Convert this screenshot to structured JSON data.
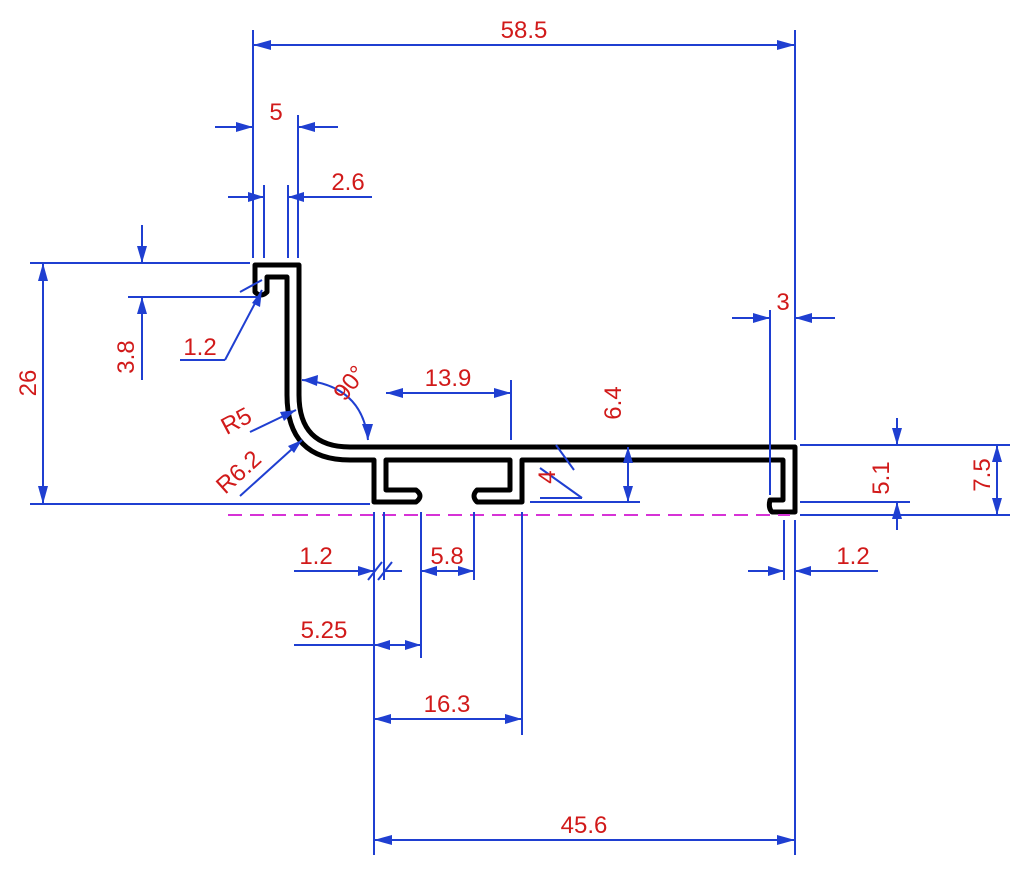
{
  "dimensions": {
    "d_58_5": "58.5",
    "d_5": "5",
    "d_2_6": "2.6",
    "d_26": "26",
    "d_3_8": "3.8",
    "d_1_2_lip": "1.2",
    "d_90": "90°",
    "d_r5": "R5",
    "d_r6_2": "R6.2",
    "d_13_9": "13.9",
    "d_6_4": "6.4",
    "d_4": "4",
    "d_3": "3",
    "d_5_1": "5.1",
    "d_7_5": "7.5",
    "d_1_2_left": "1.2",
    "d_5_8": "5.8",
    "d_1_2_right": "1.2",
    "d_5_25": "5.25",
    "d_16_3": "16.3",
    "d_45_6": "45.6"
  },
  "colors": {
    "dimension_lines": "#1f3fd1",
    "dimension_text": "#d11a1a",
    "profile": "#000000",
    "center_line": "#d633d6"
  }
}
